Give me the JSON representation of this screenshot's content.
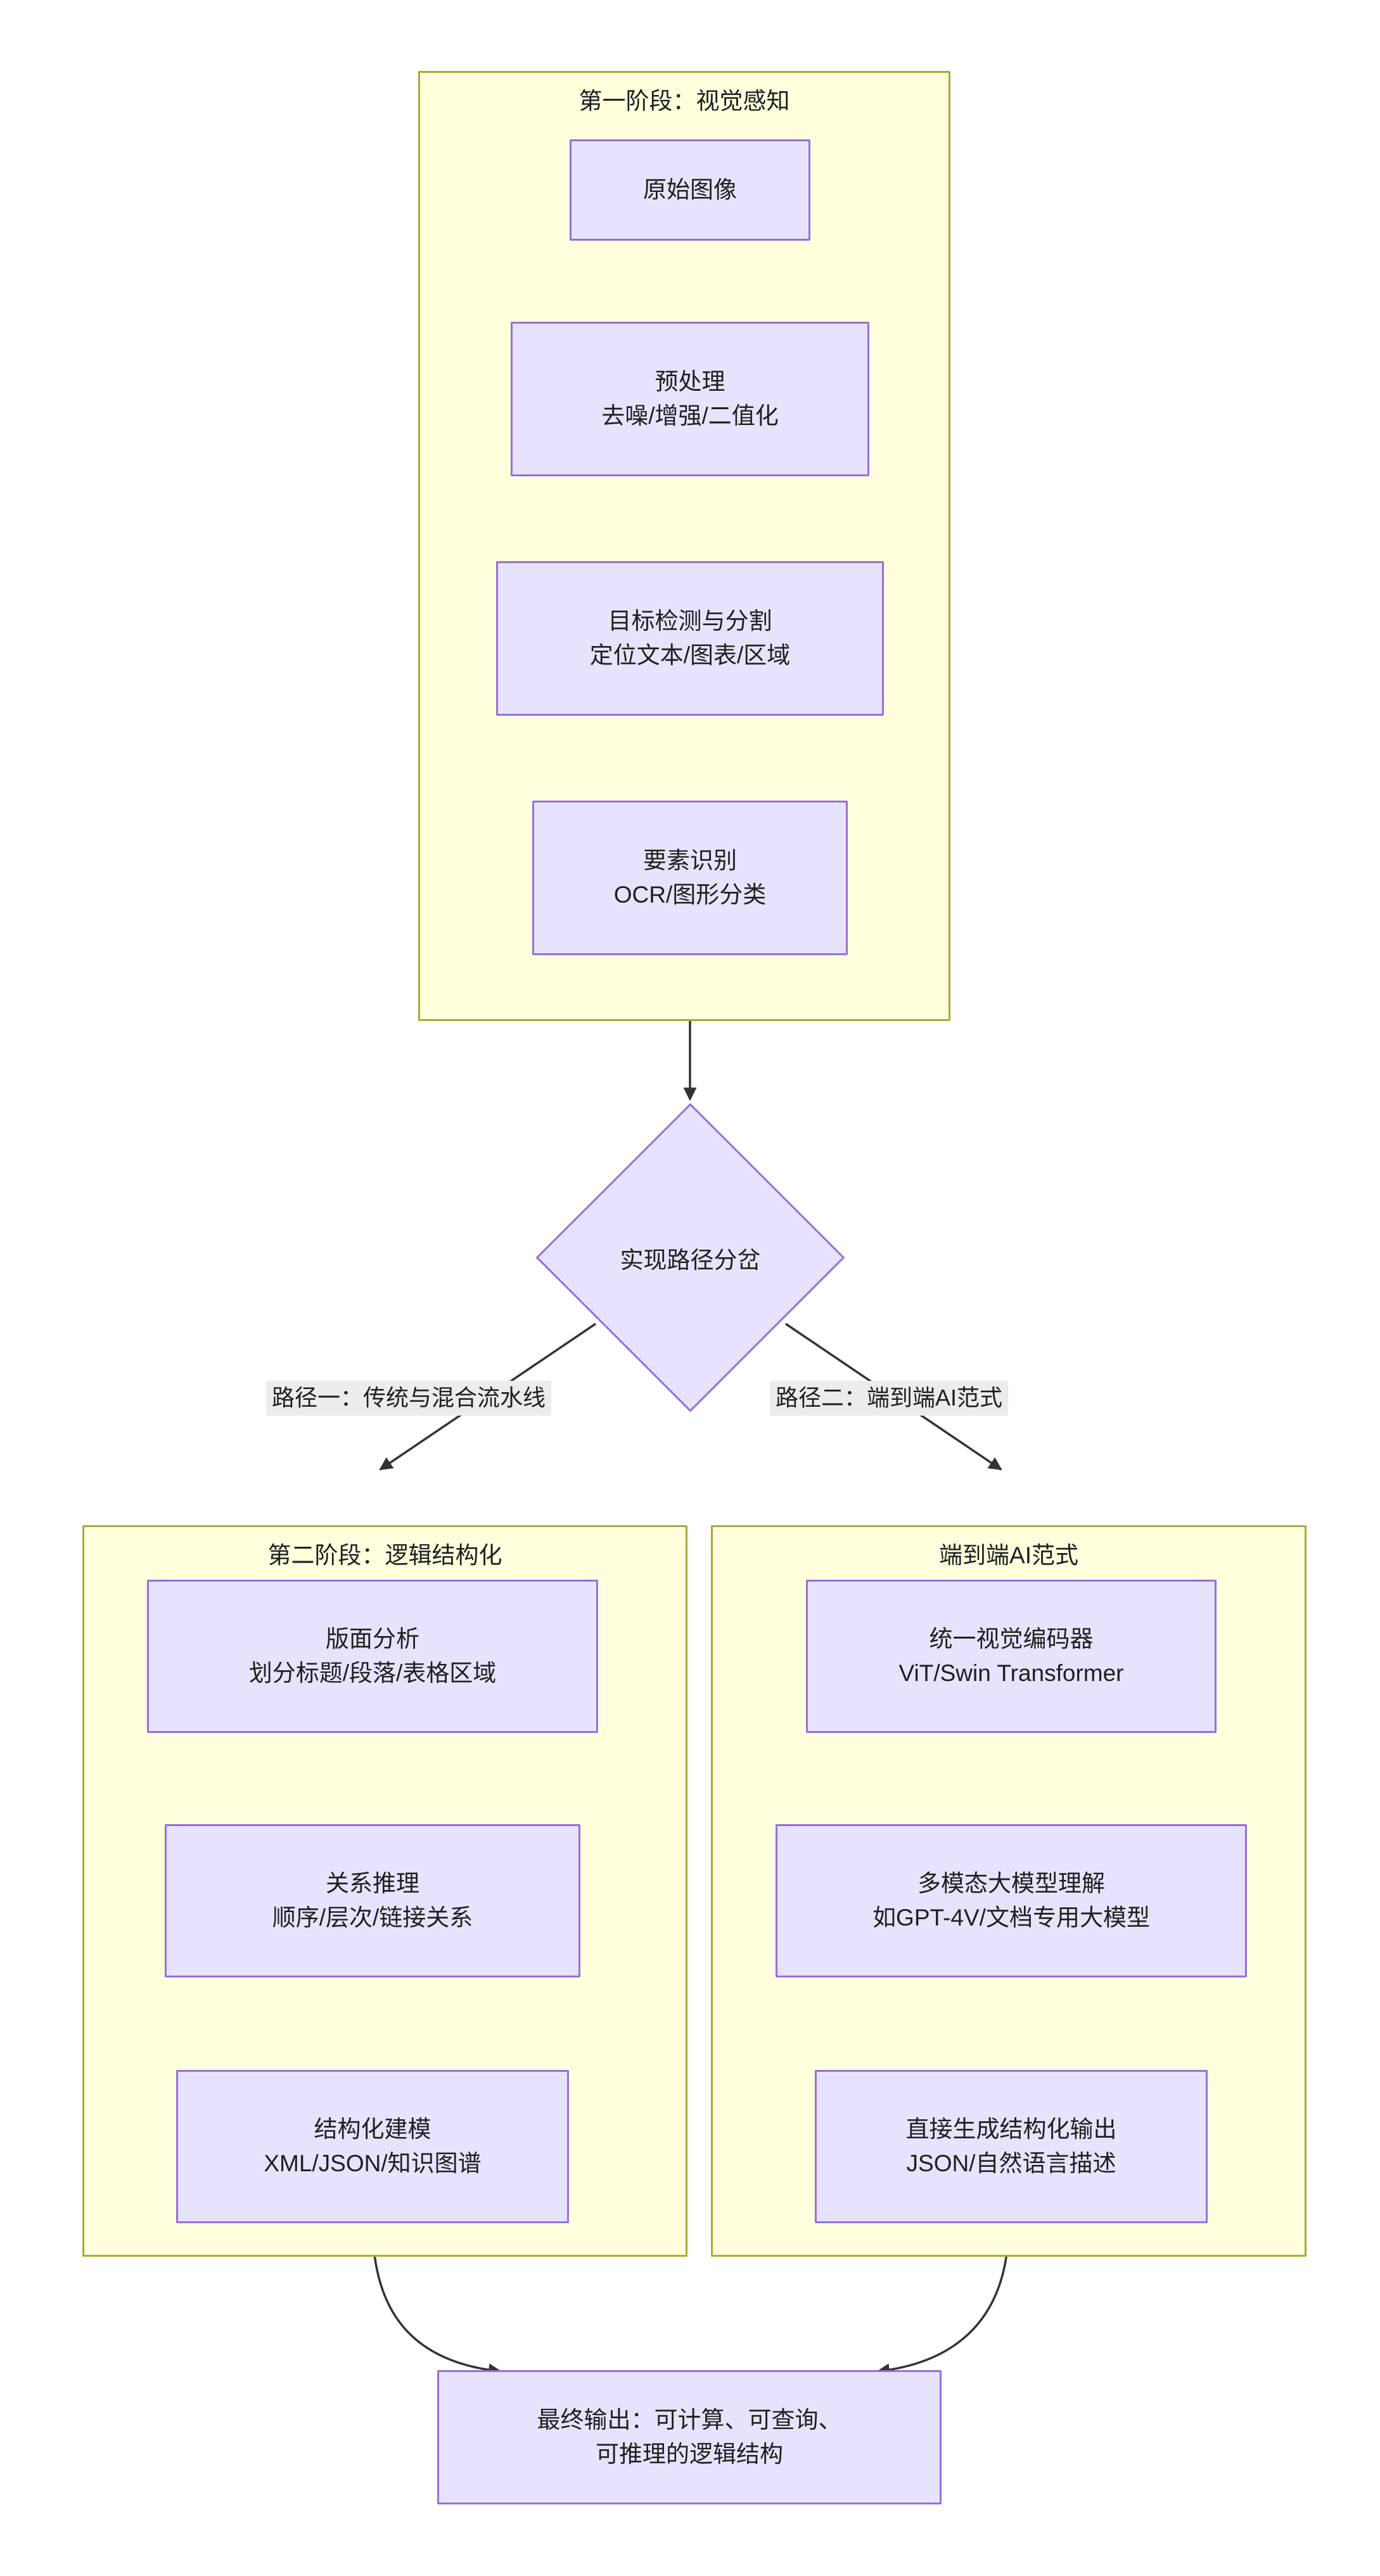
{
  "diagram": {
    "type": "flowchart",
    "direction": "top-down",
    "colors": {
      "subgraph_fill": "#ffffde",
      "subgraph_stroke": "#aaaa33",
      "node_fill": "#e7e3fd",
      "node_stroke": "#9370db",
      "edge_stroke": "#333333",
      "edge_label_bg": "#ececec",
      "text": "#1f1f1f",
      "page_bg": "#ffffff"
    }
  },
  "stage1": {
    "title": "第一阶段：视觉感知",
    "nodes": [
      {
        "id": "raw-image",
        "line1": "原始图像",
        "line2": ""
      },
      {
        "id": "preprocess",
        "line1": "预处理",
        "line2": "去噪/增强/二值化"
      },
      {
        "id": "detect-segment",
        "line1": "目标检测与分割",
        "line2": "定位文本/图表/区域"
      },
      {
        "id": "element-recognition",
        "line1": "要素识别",
        "line2": "OCR/图形分类"
      }
    ]
  },
  "decision": {
    "label": "实现路径分岔"
  },
  "branch_labels": {
    "left": "路径一：传统与混合流水线",
    "right": "路径二：端到端AI范式"
  },
  "stage2": {
    "title": "第二阶段：逻辑结构化",
    "nodes": [
      {
        "id": "layout-analysis",
        "line1": "版面分析",
        "line2": "划分标题/段落/表格区域"
      },
      {
        "id": "relation-reasoning",
        "line1": "关系推理",
        "line2": "顺序/层次/链接关系"
      },
      {
        "id": "structured-modeling",
        "line1": "结构化建模",
        "line2": "XML/JSON/知识图谱"
      }
    ]
  },
  "e2e": {
    "title": "端到端AI范式",
    "nodes": [
      {
        "id": "unified-vision-encoder",
        "line1": "统一视觉编码器",
        "line2": "ViT/Swin Transformer"
      },
      {
        "id": "multimodal-llm",
        "line1": "多模态大模型理解",
        "line2": "如GPT-4V/文档专用大模型"
      },
      {
        "id": "direct-structured-output",
        "line1": "直接生成结构化输出",
        "line2": "JSON/自然语言描述"
      }
    ]
  },
  "final_output": {
    "line1": "最终输出：可计算、可查询、",
    "line2": "可推理的逻辑结构"
  }
}
